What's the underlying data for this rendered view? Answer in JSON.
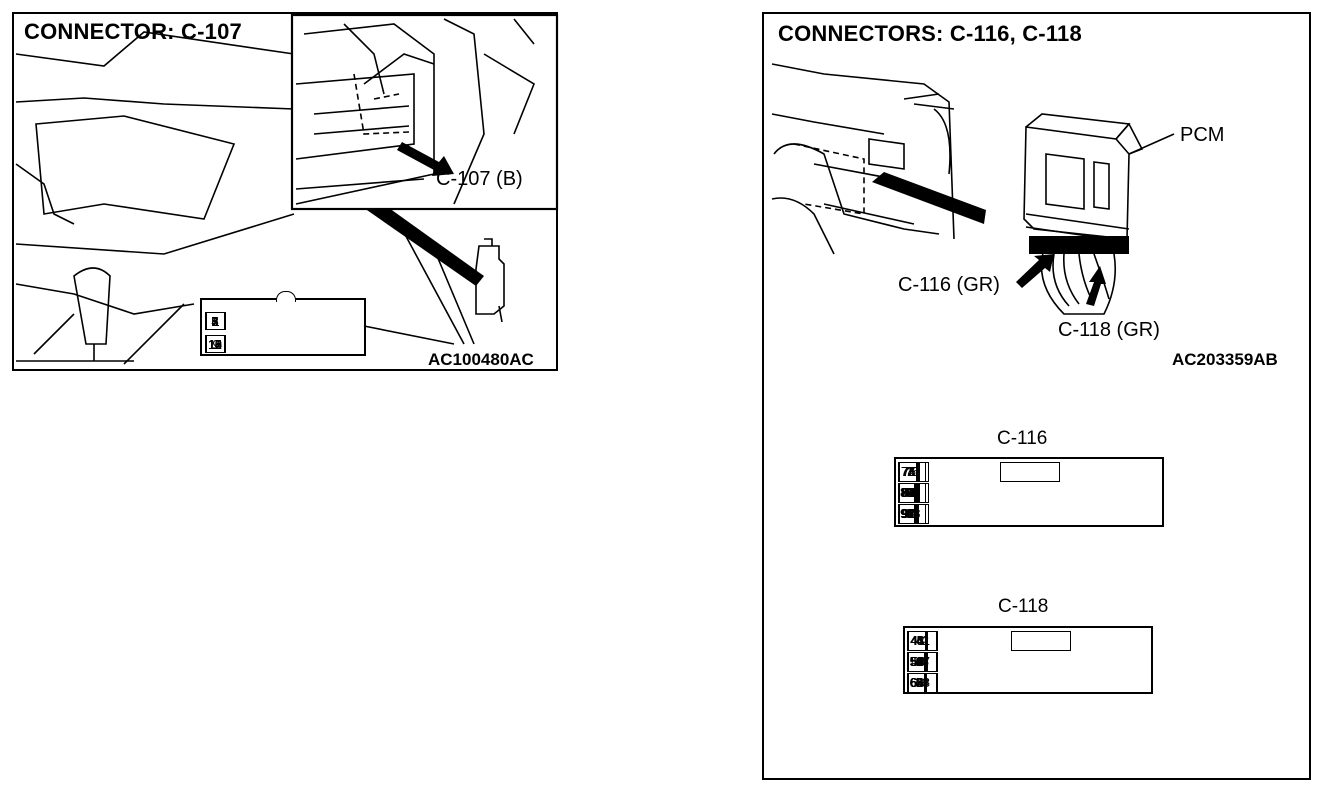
{
  "left": {
    "title": "CONNECTOR: C-107",
    "callout": "C-107 (B)",
    "code": "AC100480AC",
    "pins_top": [
      "1",
      "2",
      "3",
      "4",
      "5",
      "6",
      "7",
      "8"
    ],
    "pins_bottom": [
      "9",
      "10",
      "11",
      "12",
      "13",
      "14",
      "15",
      "16"
    ]
  },
  "right": {
    "title": "CONNECTORS: C-116, C-118",
    "pcm_label": "PCM",
    "callout_116": "C-116 (GR)",
    "callout_118": "C-118 (GR)",
    "code": "AC203359AB",
    "c116": {
      "title": "C-116",
      "rows": [
        [
          "71",
          "72",
          "73",
          "74",
          "",
          "",
          "",
          "",
          "",
          "75",
          "76",
          "77"
        ],
        [
          "78",
          "79",
          "80",
          "81",
          "82",
          "83",
          "84",
          "85",
          "86",
          "87",
          "88",
          "89"
        ],
        [
          "90",
          "91",
          "",
          "92",
          "93",
          "94",
          "",
          "95",
          "96",
          "",
          "97",
          "98"
        ]
      ]
    },
    "c118": {
      "title": "C-118",
      "rows": [
        [
          "41",
          "42",
          "43",
          "",
          "",
          "",
          "",
          "",
          "44",
          "45",
          "46"
        ],
        [
          "47",
          "48",
          "49",
          "50",
          "51",
          "52",
          "53",
          "54",
          "55",
          "56",
          "57"
        ],
        [
          "58",
          "59",
          "",
          "60",
          "61",
          "62",
          "63",
          "",
          "64",
          "65",
          "66"
        ]
      ]
    }
  },
  "colors": {
    "line": "#000000",
    "background": "#ffffff"
  }
}
